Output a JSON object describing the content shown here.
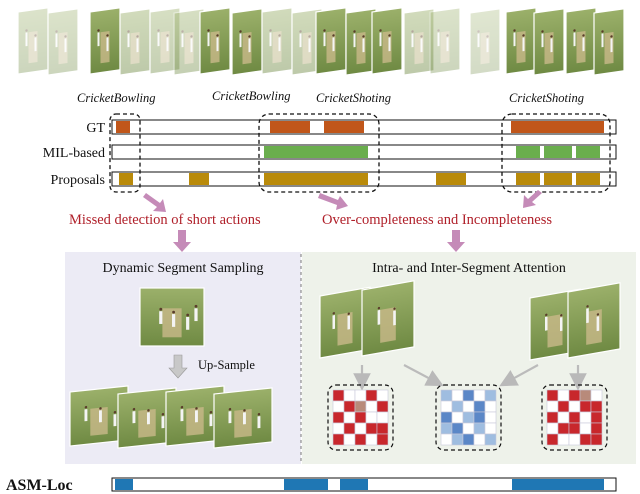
{
  "strip_labels": [
    "CricketBowling",
    "CricketBowling",
    "CricketShoting",
    "CricketShoting"
  ],
  "rows": {
    "gt": "GT",
    "mil": "MIL-based",
    "proposals": "Proposals",
    "asm": "ASM-Loc"
  },
  "problems": {
    "missed": "Missed detection of short actions",
    "over": "Over-completeness and Incompleteness"
  },
  "panels": {
    "left_title": "Dynamic Segment Sampling",
    "upsample": "Up-Sample",
    "right_title": "Intra- and Inter-Segment Attention"
  },
  "colors": {
    "gt": "#c0561a",
    "mil": "#6aae4d",
    "proposals": "#b98a0a",
    "asm": "#1f77b4",
    "problem_text": "#b0202a",
    "arrow": "#c58bb8",
    "left_panel": "#ecebf5",
    "right_panel": "#eef2ea",
    "attn_red": "#c8272c",
    "attn_blue": "#3465a4"
  }
}
